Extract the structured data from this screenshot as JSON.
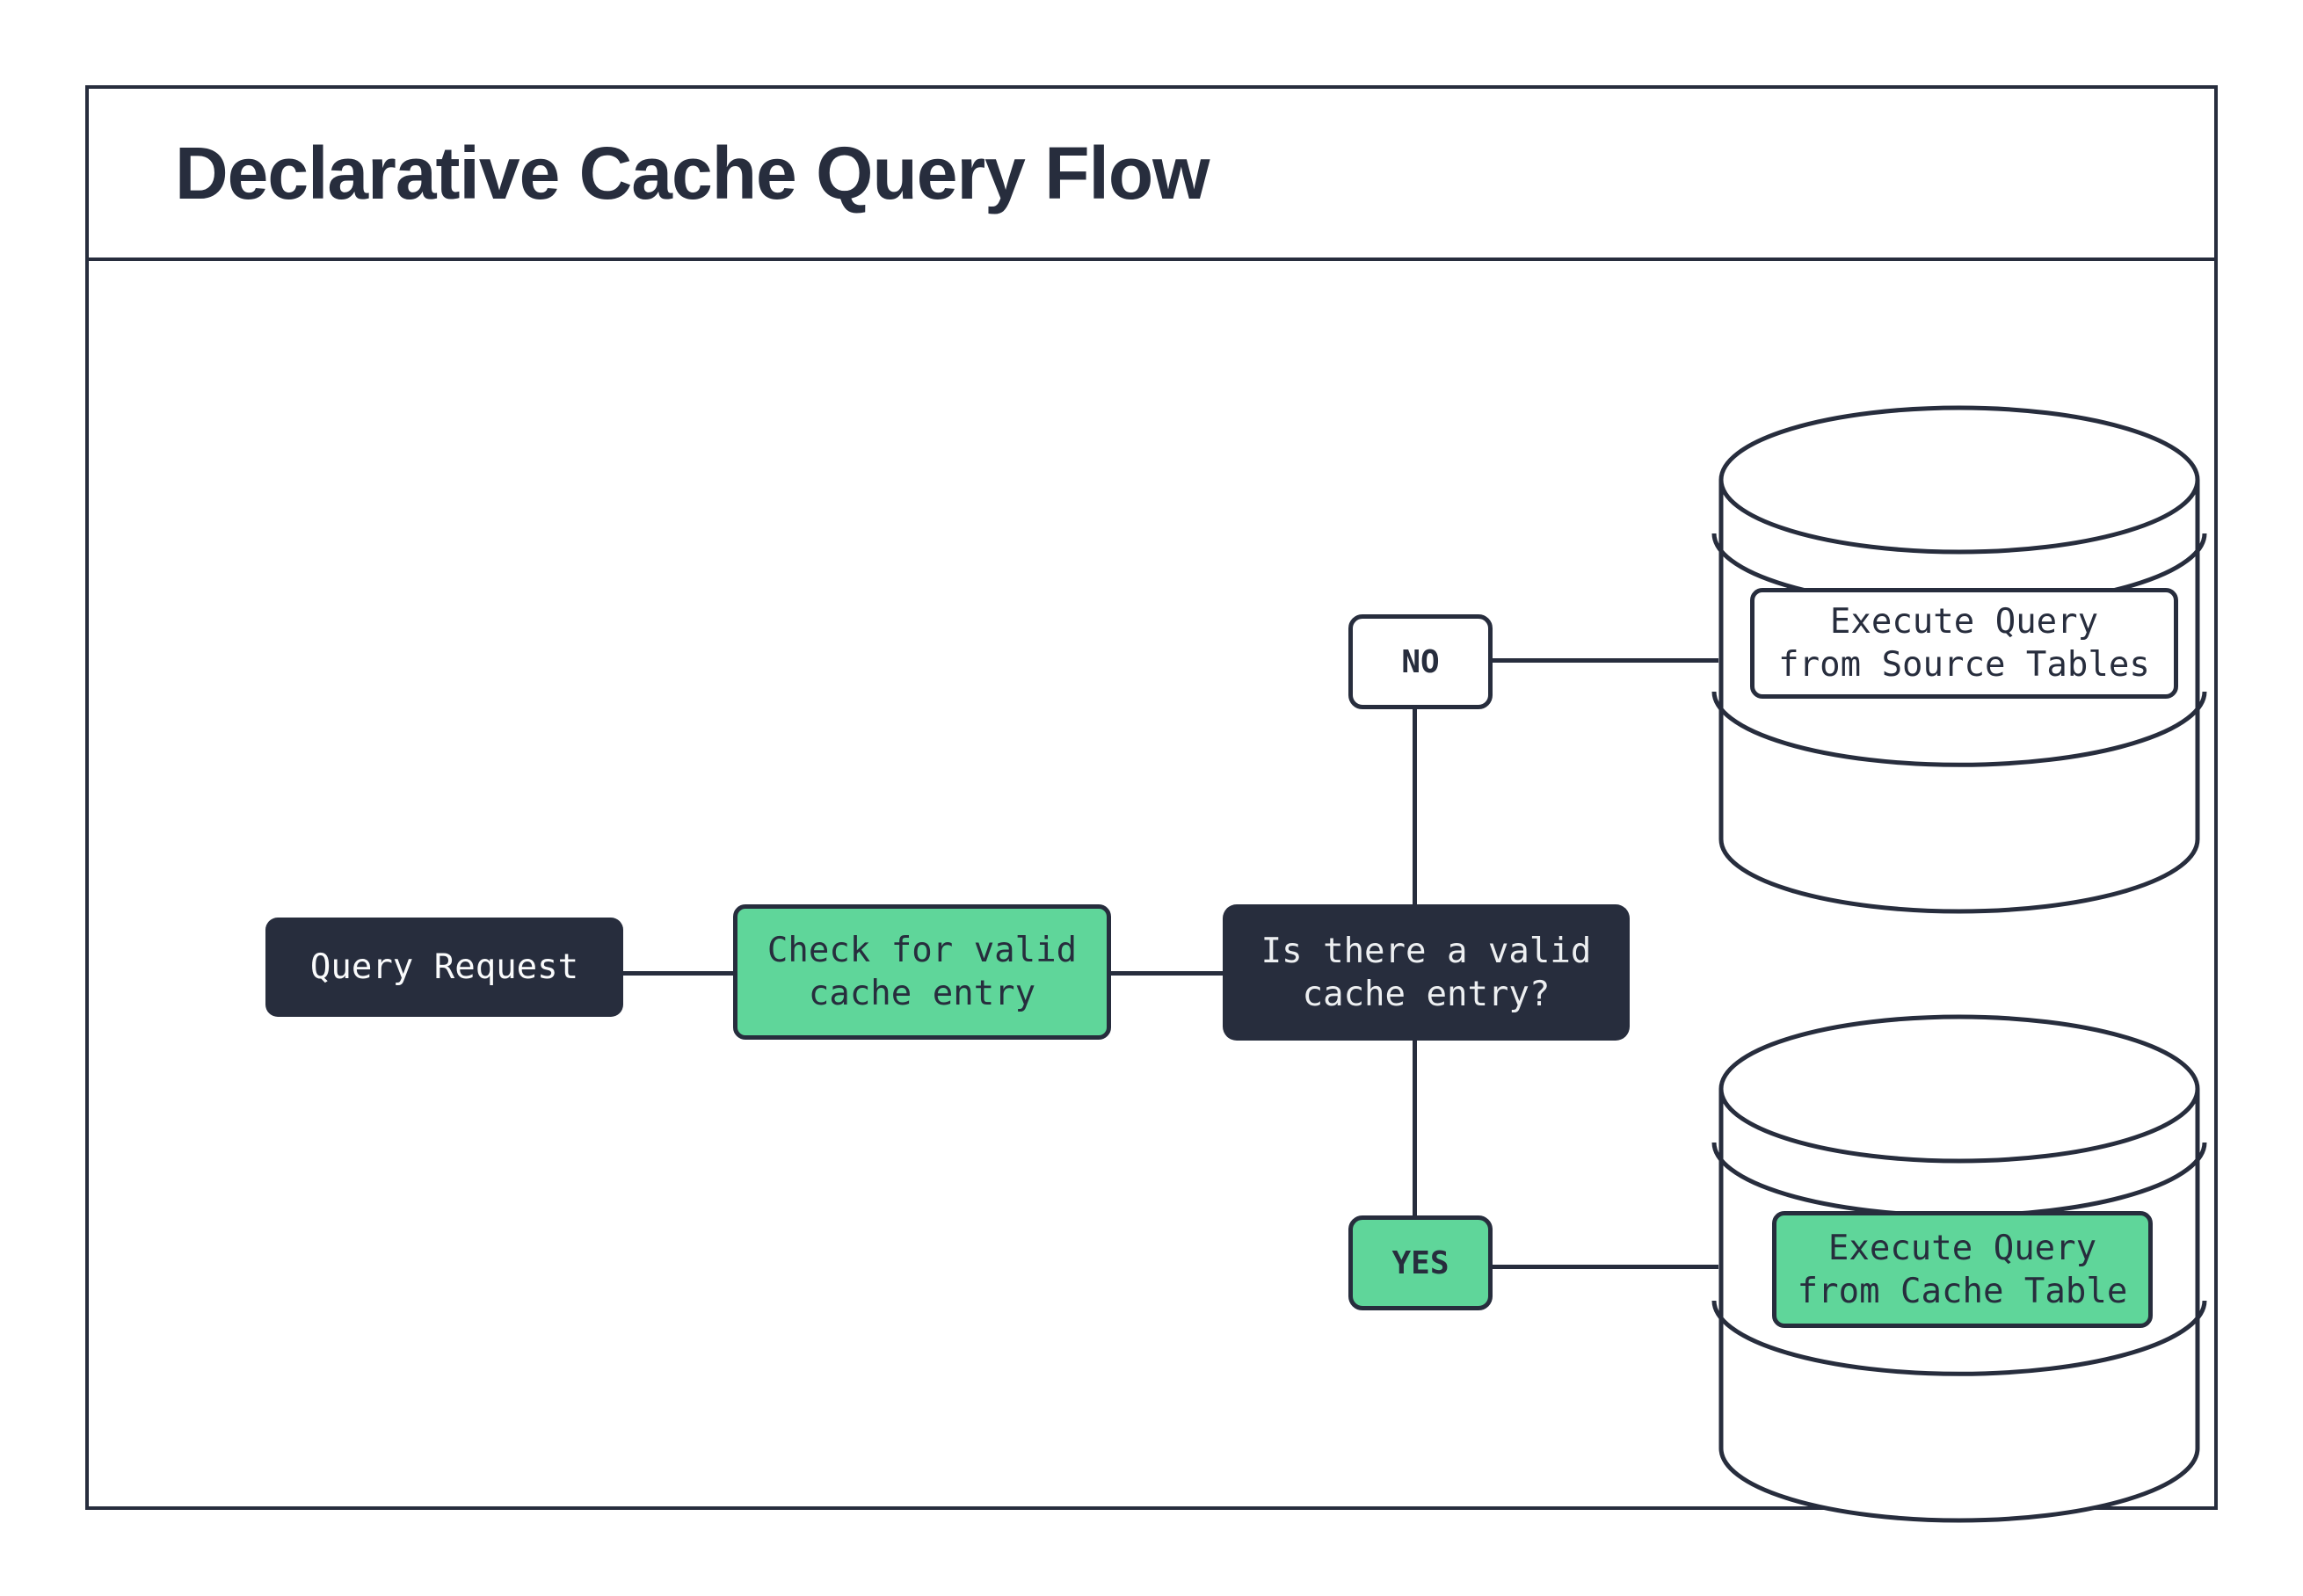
{
  "title": "Declarative Cache Query Flow",
  "nodes": {
    "query_request": {
      "label": "Query Request"
    },
    "check_cache": {
      "line1": "Check for valid",
      "line2": "cache entry"
    },
    "decision": {
      "line1": "Is there a valid",
      "line2": "cache entry?"
    },
    "branch_no": {
      "label": "NO"
    },
    "branch_yes": {
      "label": "YES"
    },
    "source_db": {
      "line1": "Execute Query",
      "line2": "from Source Tables"
    },
    "cache_db": {
      "line1": "Execute Query",
      "line2": "from Cache Table"
    }
  },
  "icons": {
    "source_db": "database-cylinder-icon",
    "cache_db": "database-cylinder-icon"
  },
  "colors": {
    "dark": "#272d3d",
    "green": "#5fd69a",
    "light": "#edeff1",
    "background": "#ffffff"
  }
}
